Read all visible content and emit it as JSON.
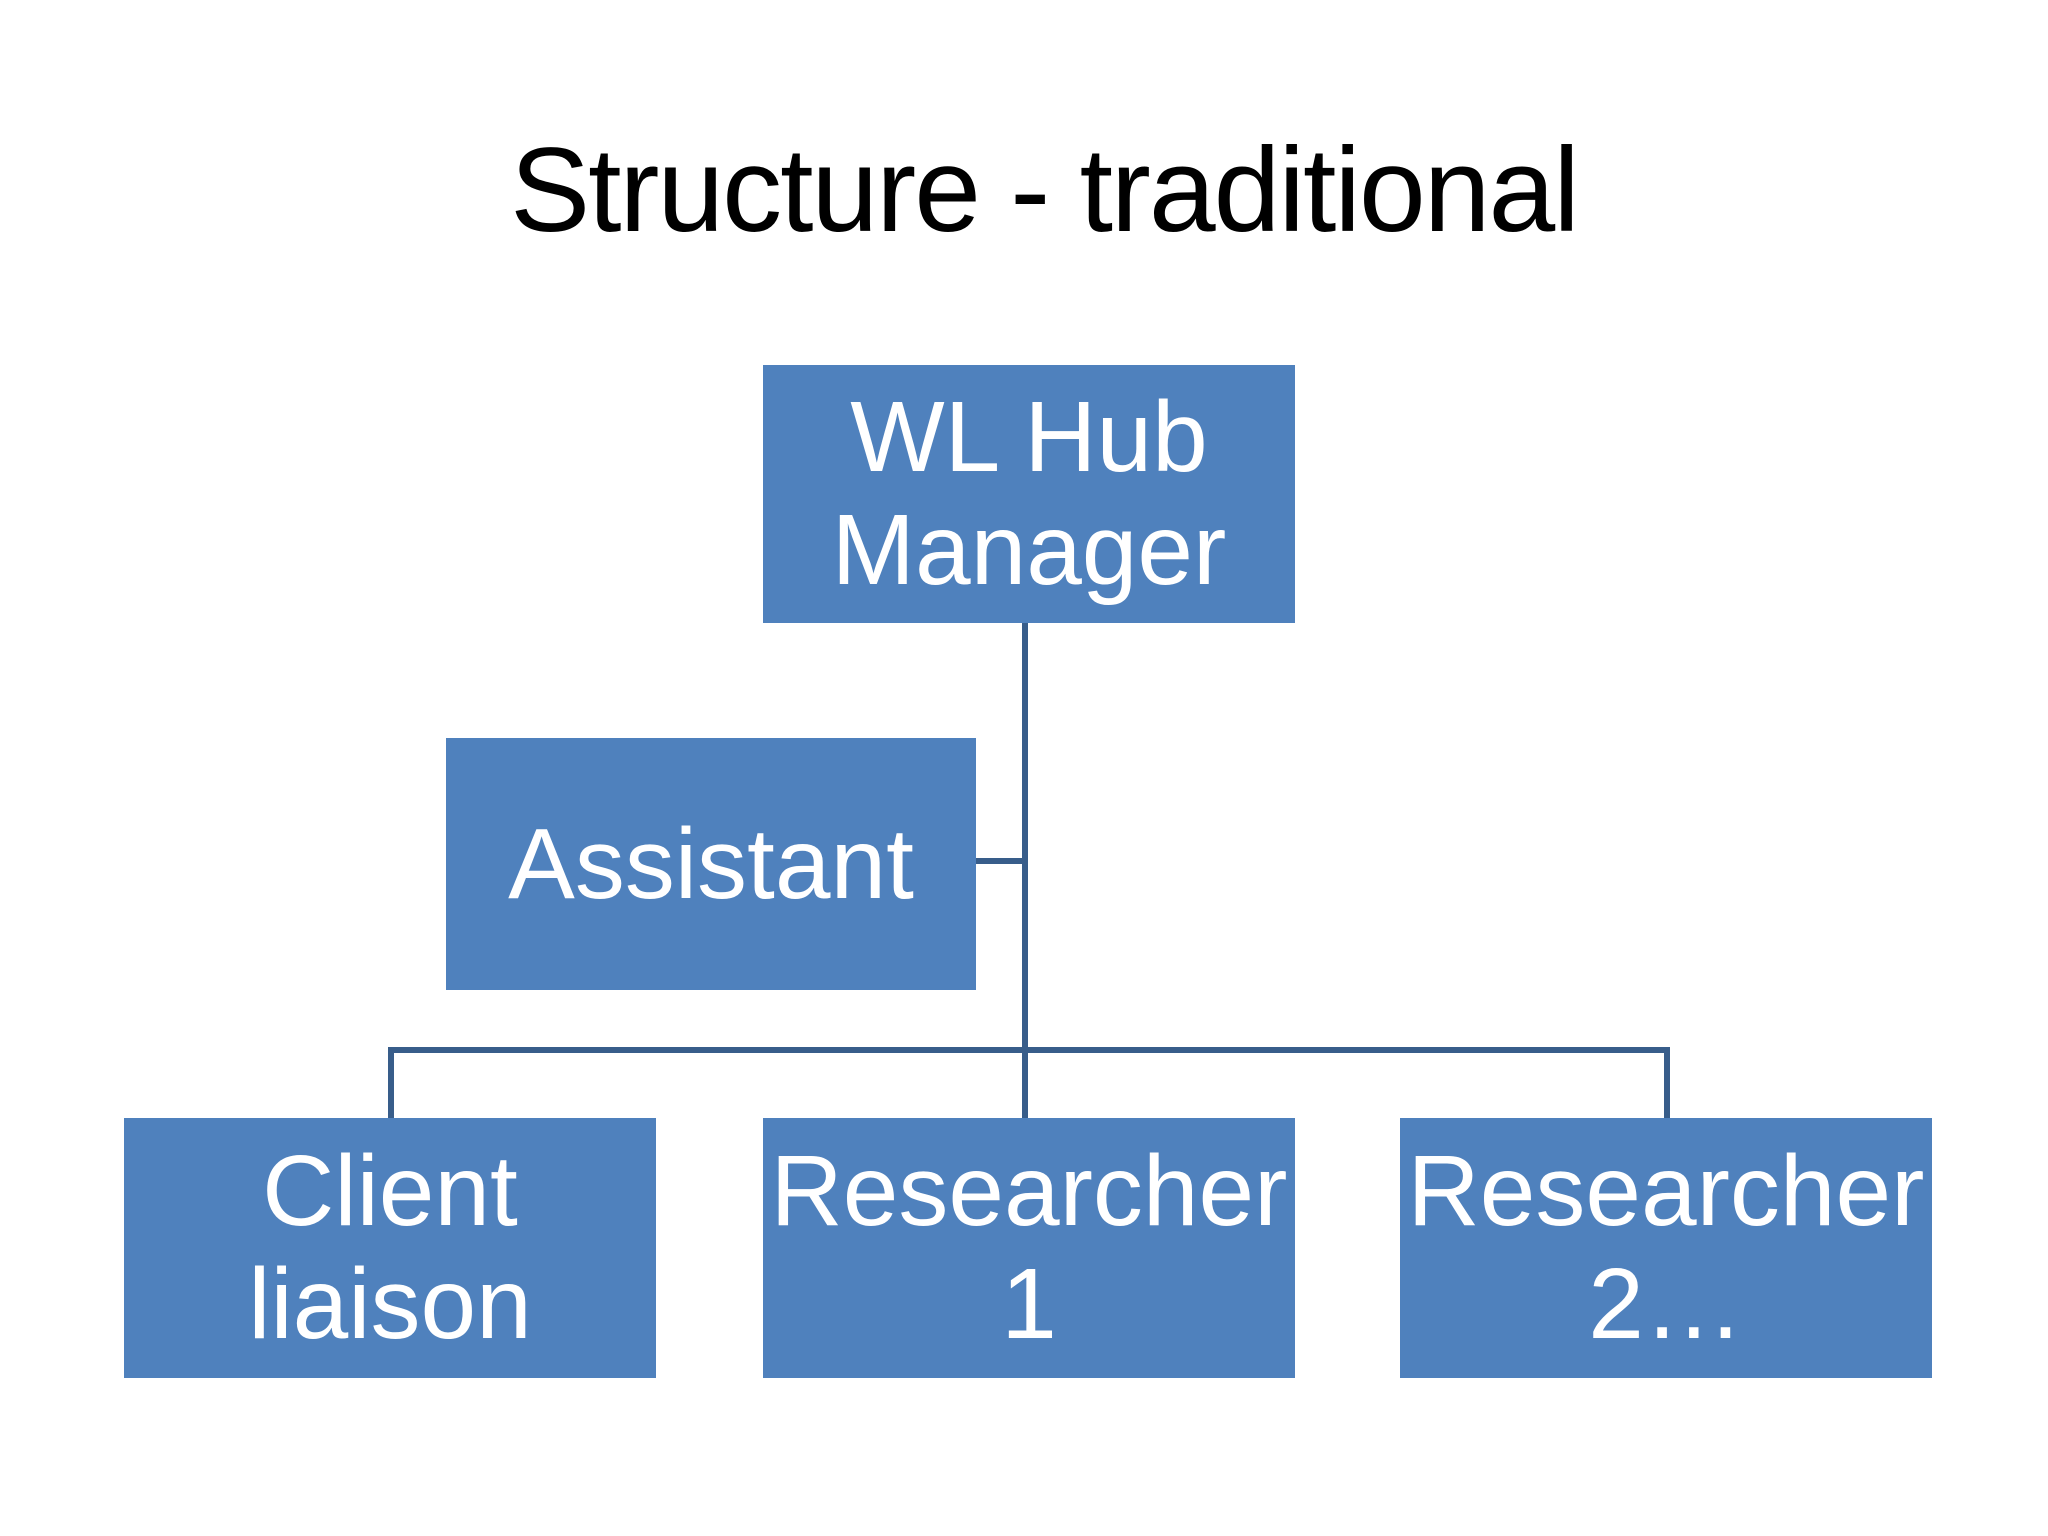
{
  "slide": {
    "title": "Structure - traditional",
    "colors": {
      "background": "#ffffff",
      "title_text": "#000000",
      "box_fill": "#4F81BD",
      "box_text": "#ffffff",
      "connector": "#385D8A"
    },
    "nodes": {
      "manager": {
        "label": "WL Hub Manager",
        "lines": [
          "WL Hub",
          "Manager"
        ]
      },
      "assistant": {
        "label": "Assistant",
        "lines": [
          "Assistant"
        ]
      },
      "client": {
        "label": "Client liaison",
        "lines": [
          "Client",
          "liaison"
        ]
      },
      "researcher1": {
        "label": "Researcher 1",
        "lines": [
          "Researcher",
          "1"
        ]
      },
      "researcher2": {
        "label": "Researcher 2…",
        "lines": [
          "Researcher",
          "2…"
        ]
      }
    }
  }
}
